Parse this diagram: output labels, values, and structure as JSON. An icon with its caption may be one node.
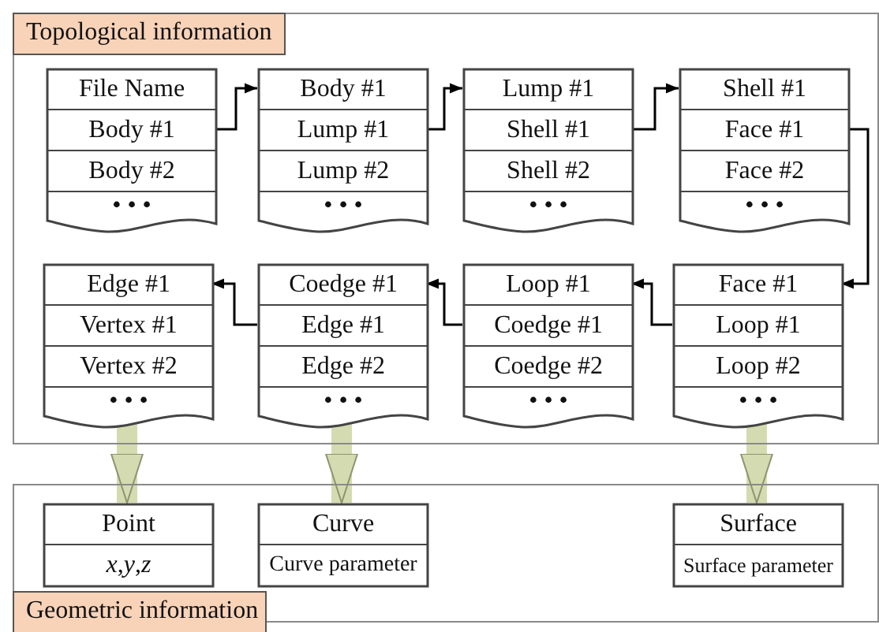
{
  "diagram": {
    "nodes": [
      {
        "text": [
          "Topological information"
        ]
      },
      {
        "text": [
          "File Name",
          "Body #1",
          "Body #2",
          "• • •"
        ],
        "in": 0
      },
      {
        "text": [
          "Body #1",
          "Lump #1",
          "Lump #2",
          "• • •"
        ],
        "in": 0
      },
      {
        "text": [
          "Lump #1",
          "Shell #1",
          "Shell #2",
          "• • •"
        ],
        "in": 0
      },
      {
        "text": [
          "Shell #1",
          "Face #1",
          "Face #2",
          "• • •"
        ],
        "in": 0
      },
      {
        "text": [
          "Edge #1",
          "Vertex #1",
          "Vertex #2",
          "• • •"
        ],
        "in": 0
      },
      {
        "text": [
          "Coedge #1",
          "Edge #1",
          "Edge #2",
          "• • •"
        ],
        "in": 0
      },
      {
        "text": [
          "Loop #1",
          "Coedge #1",
          "Coedge #2",
          "• • •"
        ],
        "in": 0
      },
      {
        "text": [
          "Face #1",
          "Loop #1",
          "Loop #2",
          "• • •"
        ],
        "in": 0
      },
      {
        "text": [
          "Geometric information"
        ]
      },
      {
        "text": [
          "Point",
          "*x*,*y*,*z*"
        ],
        "in": 9
      },
      {
        "text": [
          "Curve",
          "Curve parameter"
        ],
        "in": 9
      },
      {
        "text": [
          "Surface",
          "Surface parameter"
        ],
        "in": 9
      }
    ],
    "edges": [
      {
        "from": 1,
        "to": 2,
        "arrow": "to"
      },
      {
        "from": 2,
        "to": 3,
        "arrow": "to"
      },
      {
        "from": 3,
        "to": 4,
        "arrow": "to"
      },
      {
        "from": 4,
        "to": 8,
        "arrow": "to"
      },
      {
        "from": 8,
        "to": 7,
        "arrow": "to"
      },
      {
        "from": 7,
        "to": 6,
        "arrow": "to"
      },
      {
        "from": 6,
        "to": 5,
        "arrow": "to"
      },
      {
        "from": 5,
        "to": 10,
        "arrow": "to",
        "style": "thick",
        "color": "#d5dbb0"
      },
      {
        "from": 6,
        "to": 11,
        "arrow": "to",
        "style": "thick",
        "color": "#d5dbb0"
      },
      {
        "from": 8,
        "to": 12,
        "arrow": "to",
        "style": "thick",
        "color": "#d5dbb0"
      }
    ]
  }
}
